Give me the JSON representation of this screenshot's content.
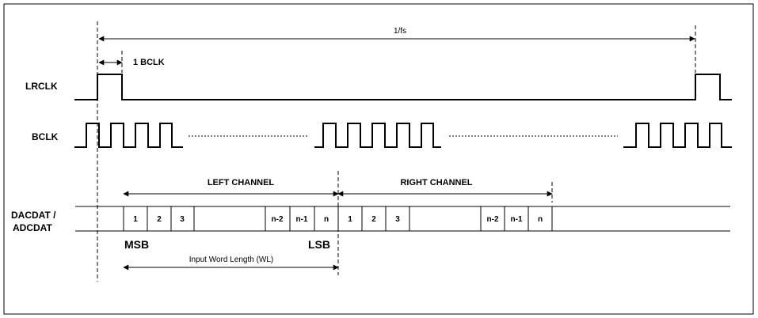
{
  "frame_period_label": "1/fs",
  "one_bclk_label": "1 BCLK",
  "signals": {
    "lrclk": "LRCLK",
    "bclk": "BCLK",
    "dacdat": "DACDAT /",
    "adcdat": "ADCDAT"
  },
  "channels": {
    "left": "LEFT CHANNEL",
    "right": "RIGHT CHANNEL"
  },
  "bits": [
    "1",
    "2",
    "3",
    "",
    "n-2",
    "n-1",
    "n"
  ],
  "msb_label": "MSB",
  "lsb_label": "LSB",
  "word_length_label": "Input Word Length (WL)"
}
